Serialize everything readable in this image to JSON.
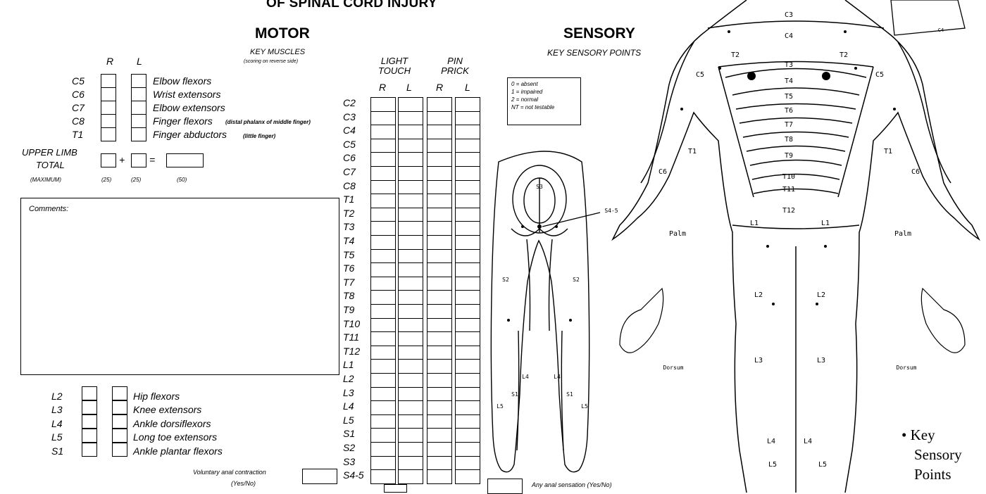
{
  "header": {
    "title_line": "OF SPINAL CORD INJURY"
  },
  "motor": {
    "title": "MOTOR",
    "subtitle": "KEY MUSCLES",
    "subtitle_note": "(scoring on reverse side)",
    "col_r": "R",
    "col_l": "L",
    "upper": [
      {
        "level": "C5",
        "muscle": "Elbow flexors",
        "note": ""
      },
      {
        "level": "C6",
        "muscle": "Wrist extensors",
        "note": ""
      },
      {
        "level": "C7",
        "muscle": "Elbow extensors",
        "note": ""
      },
      {
        "level": "C8",
        "muscle": "Finger flexors",
        "note": "(distal phalanx of middle finger)"
      },
      {
        "level": "T1",
        "muscle": "Finger abductors",
        "note": "(little finger)"
      }
    ],
    "upper_total": {
      "label1": "UPPER LIMB",
      "label2": "TOTAL",
      "max_label": "(MAXIMUM)",
      "plus": "+",
      "equals": "=",
      "max_r": "(25)",
      "max_l": "(25)",
      "max_total": "(50)"
    },
    "comments_label": "Comments:",
    "lower": [
      {
        "level": "L2",
        "muscle": "Hip flexors"
      },
      {
        "level": "L3",
        "muscle": "Knee extensors"
      },
      {
        "level": "L4",
        "muscle": "Ankle dorsiflexors"
      },
      {
        "level": "L5",
        "muscle": "Long toe extensors"
      },
      {
        "level": "S1",
        "muscle": "Ankle plantar flexors"
      }
    ],
    "vac_label": "Voluntary anal contraction",
    "vac_note": "(Yes/No)"
  },
  "sensory": {
    "title": "SENSORY",
    "subtitle": "KEY SENSORY POINTS",
    "light_touch_1": "LIGHT",
    "light_touch_2": "TOUCH",
    "pin_prick_1": "PIN",
    "pin_prick_2": "PRICK",
    "col_r": "R",
    "col_l": "L",
    "levels": [
      "C2",
      "C3",
      "C4",
      "C5",
      "C6",
      "C7",
      "C8",
      "T1",
      "T2",
      "T3",
      "T4",
      "T5",
      "T6",
      "T7",
      "T8",
      "T9",
      "T10",
      "T11",
      "T12",
      "L1",
      "L2",
      "L3",
      "L4",
      "L5",
      "S1",
      "S2",
      "S3",
      "S4-5"
    ],
    "legend": [
      "0 = absent",
      "1 = impaired",
      "2 = normal",
      "NT = not testable"
    ],
    "anal_sensation": "Any anal sensation (Yes/No)",
    "key_points_1": "• Key",
    "key_points_2": "Sensory",
    "key_points_3": "Points"
  },
  "perineum_labels": {
    "s3": "S3",
    "s45": "S4-5",
    "s2_left": "S2",
    "s2_right": "S2",
    "s1_left": "S1",
    "s1_right": "S1",
    "l5_left": "L5",
    "l5_right": "L5",
    "l4_left": "L4",
    "l4_right": "L4"
  },
  "body_labels": {
    "c3": "C3",
    "c4": "C4",
    "t2_left": "T2",
    "t2_right": "T2",
    "c5_left": "C5",
    "c5_right": "C5",
    "dermatomes": [
      "T3",
      "T4",
      "T5",
      "T6",
      "T7",
      "T8",
      "T9",
      "T10",
      "T11",
      "T12"
    ],
    "t1_left": "T1",
    "t1_right": "T1",
    "c6_left": "C6",
    "c6_right": "C6",
    "l1_left": "L1",
    "l1_right": "L1",
    "palm_left": "Palm",
    "palm_right": "Palm",
    "l2_left": "L2",
    "l2_right": "L2",
    "l3_left": "L3",
    "l3_right": "L3",
    "dorsum_left": "Dorsum",
    "dorsum_right": "Dorsum",
    "l4_left": "L4",
    "l4_right": "L4",
    "l5_left": "L5",
    "l5_right": "L5",
    "c4_small": "C4"
  }
}
